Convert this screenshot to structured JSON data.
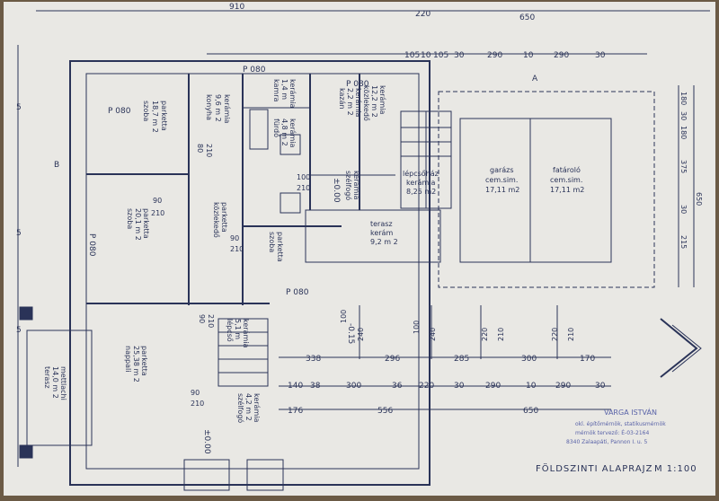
{
  "colors": {
    "paper": "#e9e8e4",
    "ink": "#2a3358",
    "stamp": "#5a63a8"
  },
  "sheet": {
    "title": "FÖLDSZINTI ALAPRAJZ",
    "scale": "M 1:100"
  },
  "stamp": {
    "name": "VARGA ISTVÁN",
    "line1": "okl. építőmérnök, statikusmérnök",
    "line2": "mérnök tervező: É-03-2164",
    "line3": "8340 Zalaapáti, Pannon I. u. 5"
  },
  "rooms": {
    "szoba1": {
      "name": "szoba",
      "area": "18,7 m 2",
      "floor": "parketta"
    },
    "konyha": {
      "name": "konyha",
      "area": "9,6 m 2",
      "floor": "kerámia"
    },
    "kamra": {
      "name": "kamra",
      "area": "1,4 m",
      "floor": "kerámia"
    },
    "furdo": {
      "name": "fürdő",
      "area": "4,8 m 2",
      "floor": "kerámia"
    },
    "kazan": {
      "name": "kazán",
      "area": "2,2 m 2",
      "floor": "kerámia"
    },
    "kozlekedo1": {
      "name": "közlekedő",
      "area": "12,2 m 2",
      "floor": "kerámia"
    },
    "szelelo": {
      "name": "szélfogó",
      "area": "",
      "floor": "kerámia"
    },
    "kozlekedo2": {
      "name": "közlekedő",
      "area": "",
      "floor": "parketta"
    },
    "szoba2": {
      "name": "szoba",
      "area": "20,1 m 2",
      "floor": "parketta"
    },
    "szoba3": {
      "name": "szoba",
      "area": "",
      "floor": "parketta"
    },
    "nappali": {
      "name": "nappali",
      "area": "25,38 m 2",
      "floor": "parketta"
    },
    "lepcso": {
      "name": "lépcső",
      "area": "5,1 m",
      "floor": "kerámia"
    },
    "szelfogo2": {
      "name": "szélfogó",
      "area": "4,2 m 2",
      "floor": "kerámia"
    },
    "terasz1": {
      "name": "terasz",
      "area": "14,0 m 2",
      "floor": "mettlachi"
    },
    "lepcsohaz": {
      "name": "lépcsőház",
      "area": "8,25 m2",
      "floor": "kerámia"
    },
    "terasz2": {
      "name": "terasz",
      "area": "9,2 m 2",
      "floor": "kerám"
    },
    "garazs": {
      "name": "garázs",
      "area": "17,11 m2",
      "floor": "cem.sim."
    },
    "fatarolo": {
      "name": "fatároló",
      "area": "17,11 m2",
      "floor": "cem.sim."
    }
  },
  "dims_top": [
    "910",
    "220",
    "650",
    "105",
    "10",
    "105",
    "30",
    "290",
    "10",
    "290",
    "30"
  ],
  "dims_right": [
    "180",
    "30",
    "180",
    "375",
    "650",
    "30",
    "215"
  ],
  "dims_bottom_row1": [
    "338",
    "296",
    "285",
    "300",
    "170"
  ],
  "dims_bottom_row2": [
    "140",
    "38",
    "300",
    "36",
    "220",
    "30",
    "290",
    "10",
    "290",
    "30"
  ],
  "dims_bottom_row3": [
    "176",
    "556",
    "650"
  ],
  "dims_vertical": [
    "100",
    "240",
    "100",
    "240",
    "220",
    "210",
    "220",
    "210"
  ],
  "door_marks": [
    "90",
    "210",
    "90",
    "210",
    "90",
    "210",
    "80",
    "210",
    "90",
    "210",
    "100",
    "210"
  ],
  "markers": {
    "a": "A",
    "b": "B",
    "p1": "P 080",
    "p2": "P 080",
    "p3": "P 080",
    "p4": "P 080",
    "p5": "P 080",
    "lvl1": "±0.00",
    "lvl2": "±0.00",
    "lvl3": "-0.15"
  },
  "margin_marks": [
    "5",
    "5",
    "5"
  ]
}
